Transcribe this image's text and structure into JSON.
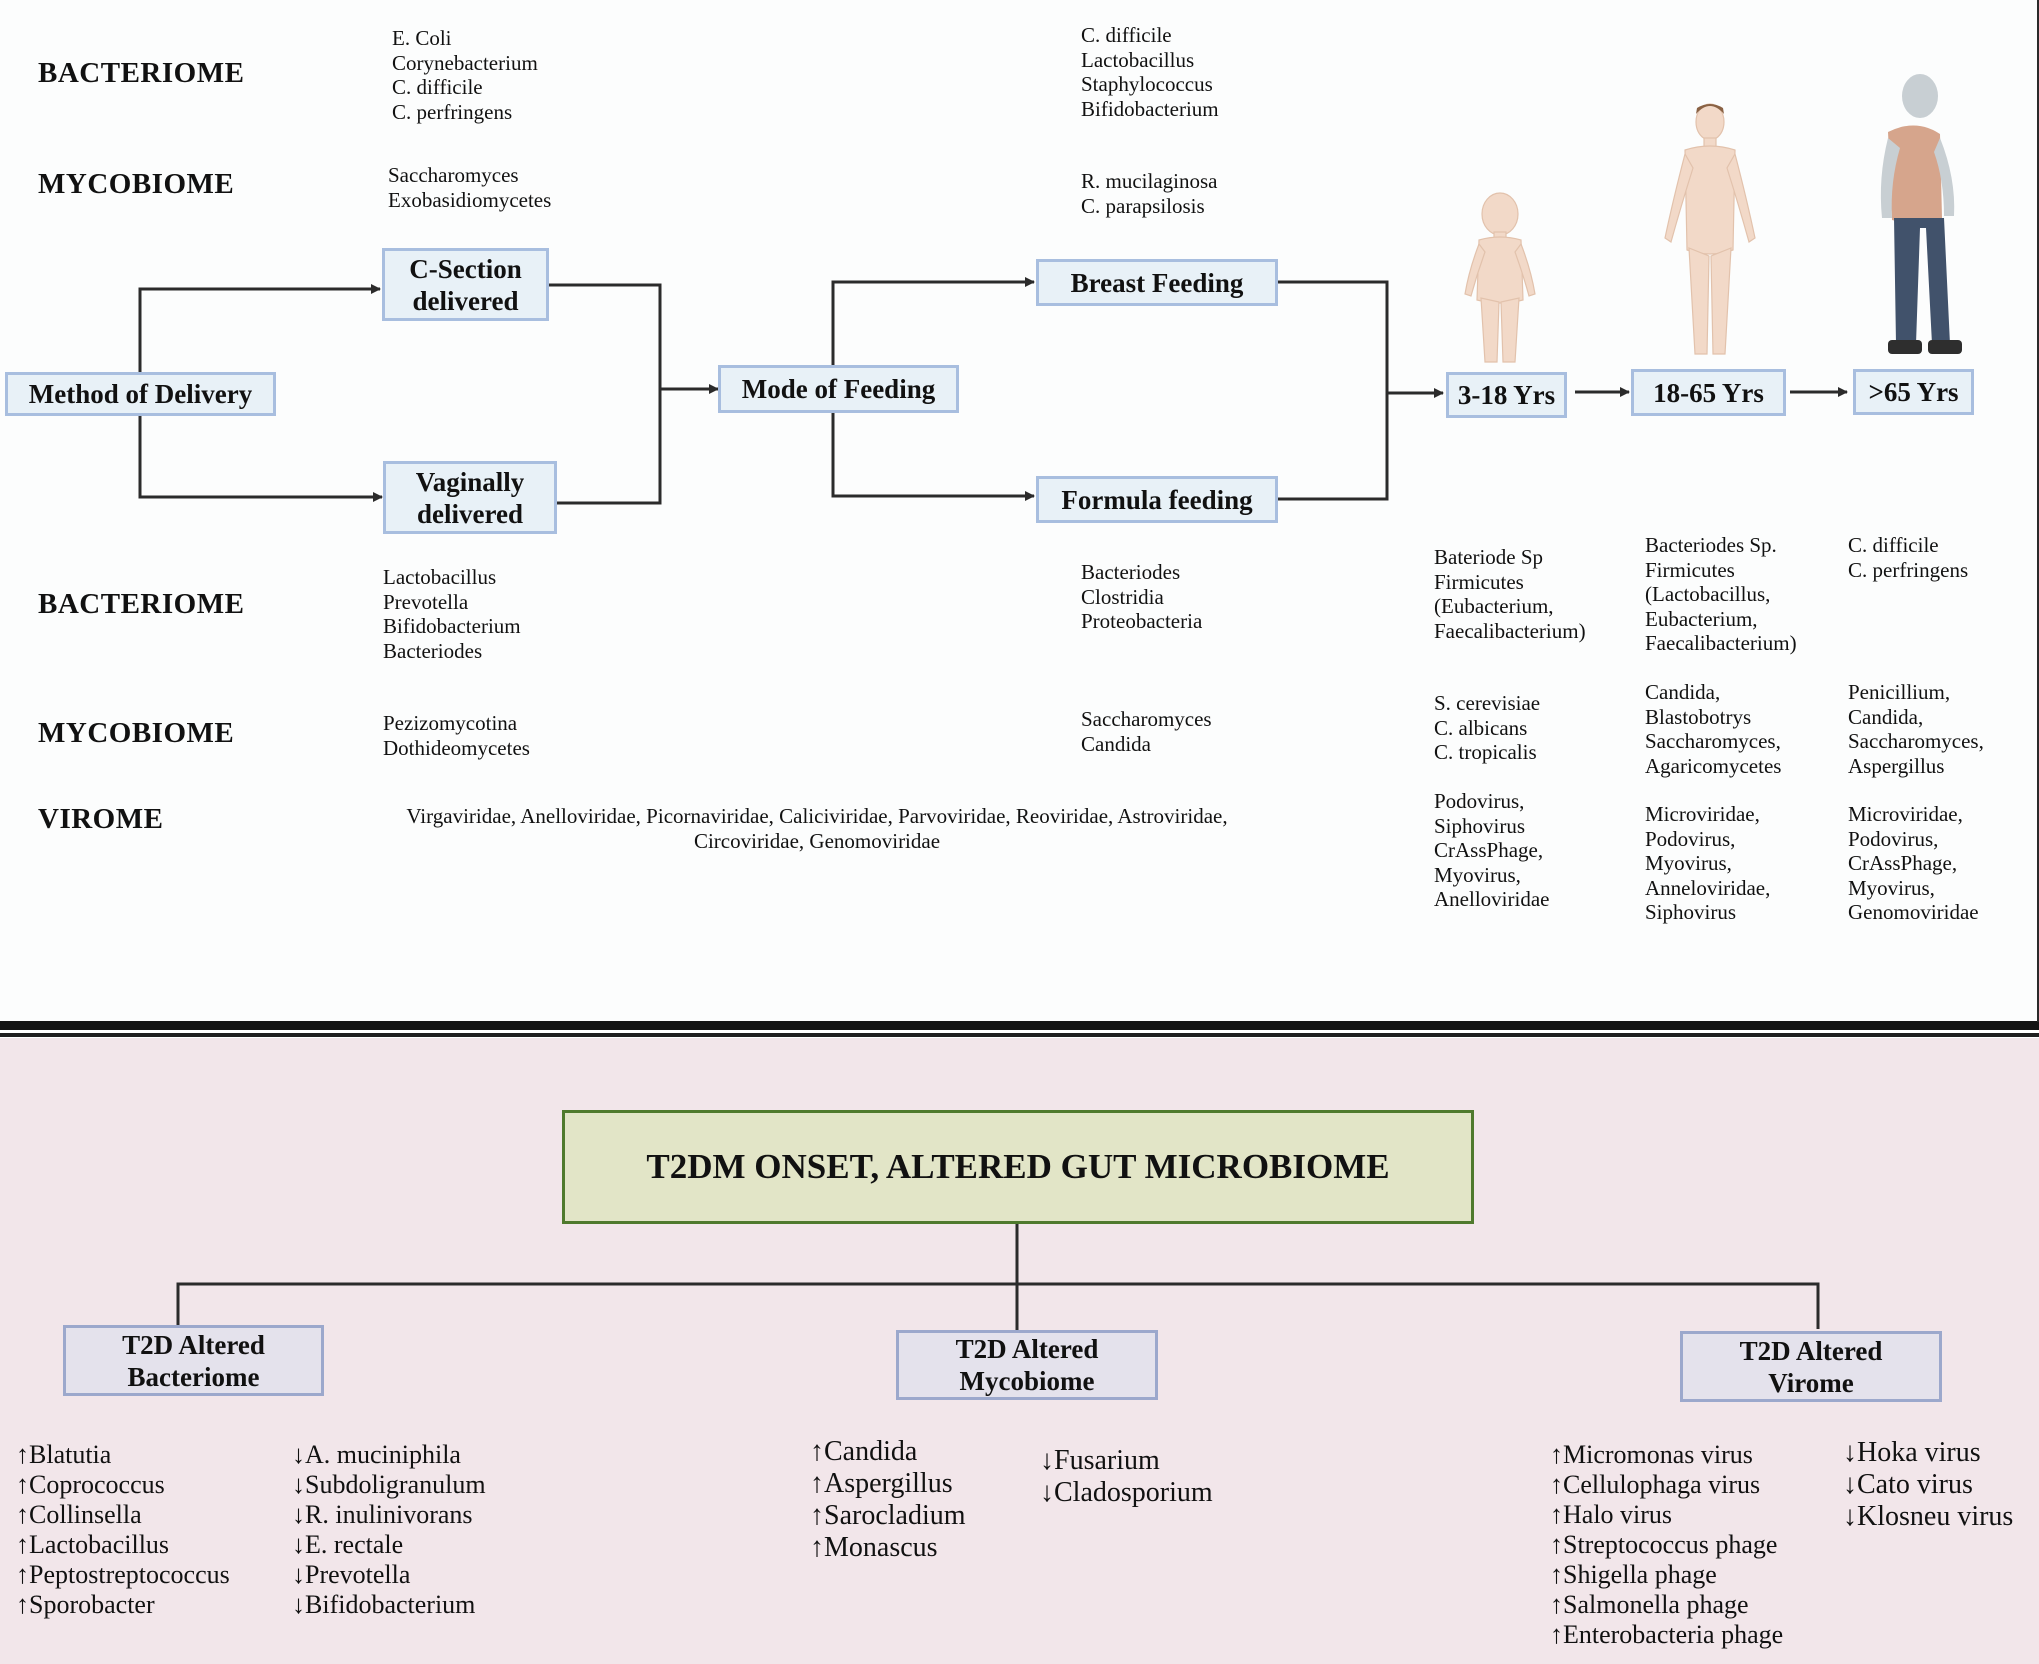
{
  "categories": {
    "bacteriome": "BACTERIOME",
    "mycobiome": "MYCOBIOME",
    "virome": "VIROME"
  },
  "boxes": {
    "method_of_delivery": "Method of Delivery",
    "c_section_1": "C-Section",
    "c_section_2": "delivered",
    "vaginal_1": "Vaginally",
    "vaginal_2": "delivered",
    "mode_of_feeding": "Mode of Feeding",
    "breast_feeding": "Breast Feeding",
    "formula_feeding": "Formula feeding",
    "age_3_18": "3-18 Yrs",
    "age_18_65": "18-65 Yrs",
    "age_65_plus": ">65 Yrs"
  },
  "csection_bacteriome": [
    "E. Coli",
    "Corynebacterium",
    "C. difficile",
    "C. perfringens"
  ],
  "csection_mycobiome": [
    "Saccharomyces",
    "Exobasidiomycetes"
  ],
  "breast_bacteriome": [
    "C. difficile",
    "Lactobacillus",
    "Staphylococcus",
    "Bifidobacterium"
  ],
  "breast_mycobiome": [
    "R. mucilaginosa",
    "C. parapsilosis"
  ],
  "vaginal_bacteriome": [
    "Lactobacillus",
    "Prevotella",
    "Bifidobacterium",
    "Bacteriodes"
  ],
  "vaginal_mycobiome": [
    "Pezizomycotina",
    "Dothideomycetes"
  ],
  "formula_bacteriome": [
    "Bacteriodes",
    "Clostridia",
    "Proteobacteria"
  ],
  "formula_mycobiome": [
    "Saccharomyces",
    "Candida"
  ],
  "virome_line1": "Virgaviridae, Anelloviridae, Picornaviridae, Caliciviridae, Parvoviridae, Reoviridae, Astroviridae,",
  "virome_line2": "Circoviridae, Genomoviridae",
  "age_3_18": {
    "bacteriome": [
      "Bateriode Sp",
      "Firmicutes",
      "(Eubacterium,",
      "Faecalibacterium)"
    ],
    "mycobiome": [
      "S. cerevisiae",
      "C. albicans",
      "C. tropicalis"
    ],
    "virome": [
      "Podovirus,",
      "Siphovirus",
      "CrAssPhage,",
      "Myovirus,",
      "Anelloviridae"
    ]
  },
  "age_18_65": {
    "bacteriome": [
      "Bacteriodes Sp.",
      "Firmicutes",
      "(Lactobacillus,",
      "Eubacterium,",
      "Faecalibacterium)"
    ],
    "mycobiome": [
      "Candida,",
      "Blastobotrys",
      "Saccharomyces,",
      "Agaricomycetes"
    ],
    "virome": [
      "Microviridae,",
      "Podovirus,",
      "Myovirus,",
      "Anneloviridae,",
      "Siphovirus"
    ]
  },
  "age_65_plus": {
    "bacteriome": [
      "C. difficile",
      "C. perfringens"
    ],
    "mycobiome": [
      "Penicillium,",
      "Candida,",
      "Saccharomyces,",
      "Aspergillus"
    ],
    "virome": [
      "Microviridae,",
      "Podovirus,",
      "CrAssPhage,",
      "Myovirus,",
      "Genomoviridae"
    ]
  },
  "t2dm": {
    "title": "T2DM ONSET, ALTERED GUT MICROBIOME",
    "bacteriome_box_1": "T2D Altered",
    "bacteriome_box_2": "Bacteriome",
    "mycobiome_box_1": "T2D Altered",
    "mycobiome_box_2": "Mycobiome",
    "virome_box_1": "T2D Altered",
    "virome_box_2": "Virome",
    "bacteriome_up": [
      "↑Blatutia",
      "↑Coprococcus",
      "↑Collinsella",
      "↑Lactobacillus",
      "↑Peptostreptococcus",
      "↑Sporobacter"
    ],
    "bacteriome_down": [
      "↓A. muciniphila",
      "↓Subdoligranulum",
      "↓R. inulinivorans",
      "↓E. rectale",
      "↓Prevotella",
      "↓Bifidobacterium"
    ],
    "mycobiome_up": [
      "↑Candida",
      "↑Aspergillus",
      "↑Sarocladium",
      "↑Monascus"
    ],
    "mycobiome_down": [
      "↓Fusarium",
      "↓Cladosporium"
    ],
    "virome_up": [
      "↑Micromonas virus",
      "↑Cellulophaga virus",
      "↑Halo virus",
      "↑Streptococcus phage",
      "↑Shigella phage",
      "↑Salmonella phage",
      "↑Enterobacteria phage"
    ],
    "virome_down": [
      "↓Hoka virus",
      "↓Cato virus",
      "↓Klosneu virus"
    ]
  },
  "colors": {
    "flow_box_fill": "#e8f1f7",
    "flow_box_border": "#a8bedf",
    "title_box_fill": "#e2e5c7",
    "title_box_border": "#4f7a2d",
    "bottom_background": "#f2e6ea"
  },
  "figures": [
    "child-figure",
    "adult-figure",
    "elderly-figure"
  ]
}
